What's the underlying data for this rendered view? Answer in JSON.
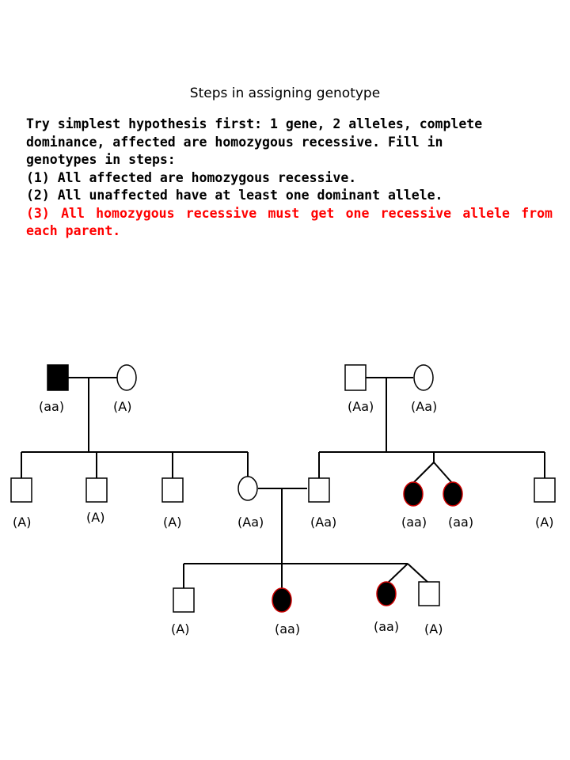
{
  "title": "Steps  in assigning genotype",
  "intro_lines": [
    "Try simplest hypothesis first: 1 gene, 2 alleles, complete",
    "dominance, affected are homozygous recessive. Fill in",
    "genotypes in steps:"
  ],
  "steps": [
    "(1) All affected are homozygous recessive.",
    "(2) All unaffected have at least one dominant allele."
  ],
  "step3": "(3) All homozygous recessive must get one recessive allele from each parent.",
  "colors": {
    "text": "#000000",
    "highlight": "#ff0000",
    "affected_fill": "#000000",
    "affected_outline": "#cc0000"
  },
  "pedigree": {
    "gen1_left_father": "(aa)",
    "gen1_left_mother": "(A)",
    "gen1_right_father": "(Aa)",
    "gen1_right_mother": "(Aa)",
    "gen2_son1": "(A)",
    "gen2_son2": "(A)",
    "gen2_son3": "(A)",
    "gen2_daughter": "(Aa)",
    "gen2_spouse": "(Aa)",
    "gen2_twin1": "(aa)",
    "gen2_twin2": "(aa)",
    "gen2_son_right": "(A)",
    "gen3_son": "(A)",
    "gen3_daughter": "(aa)",
    "gen3_twin_daughter": "(aa)",
    "gen3_twin_son": "(A)"
  }
}
